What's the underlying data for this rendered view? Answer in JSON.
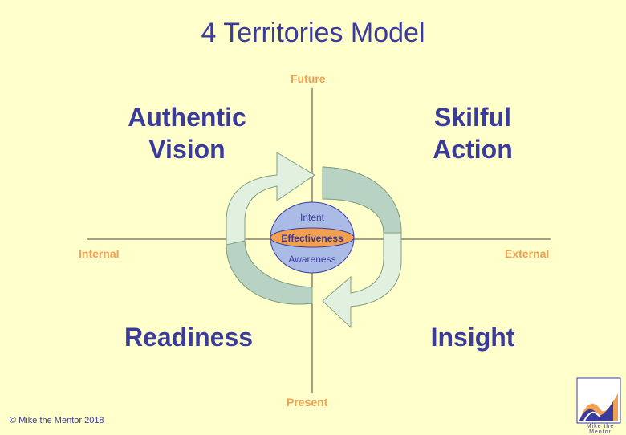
{
  "title": "4 Territories Model",
  "axes": {
    "top": "Future",
    "bottom": "Present",
    "left": "Internal",
    "right": "External"
  },
  "quadrants": {
    "top_left": "Authentic\nVision",
    "top_right": "Skilful\nAction",
    "bottom_left": "Readiness",
    "bottom_right": "Insight"
  },
  "center": {
    "top": "Intent",
    "middle": "Effectiveness",
    "bottom": "Awareness"
  },
  "footer": {
    "copyright": "© Mike the Mentor 2018",
    "logo_text": "Mike the Mentor"
  },
  "colors": {
    "title": "#3b3b9e",
    "axis_label": "#f0a050",
    "background": "#ffffcc",
    "arrow_light": "#e2f0e0",
    "arrow_dark": "#b8d2c4",
    "ellipse_fill": "#aabce6",
    "band_fill": "#f0a050"
  }
}
